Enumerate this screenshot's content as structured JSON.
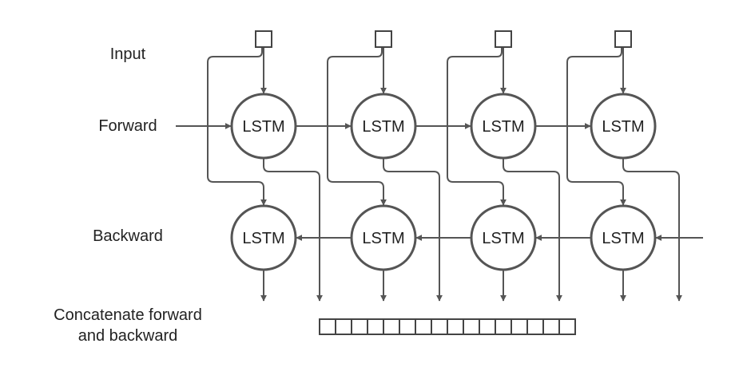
{
  "labels": {
    "input": "Input",
    "forward": "Forward",
    "backward": "Backward",
    "concat_line1": "Concatenate forward",
    "concat_line2": "and backward"
  },
  "cell_label": "LSTM",
  "timesteps": 4,
  "concat_cells": 16,
  "colors": {
    "stroke": "#555555",
    "box_stroke": "#444444",
    "text": "#222222",
    "background": "#ffffff"
  }
}
